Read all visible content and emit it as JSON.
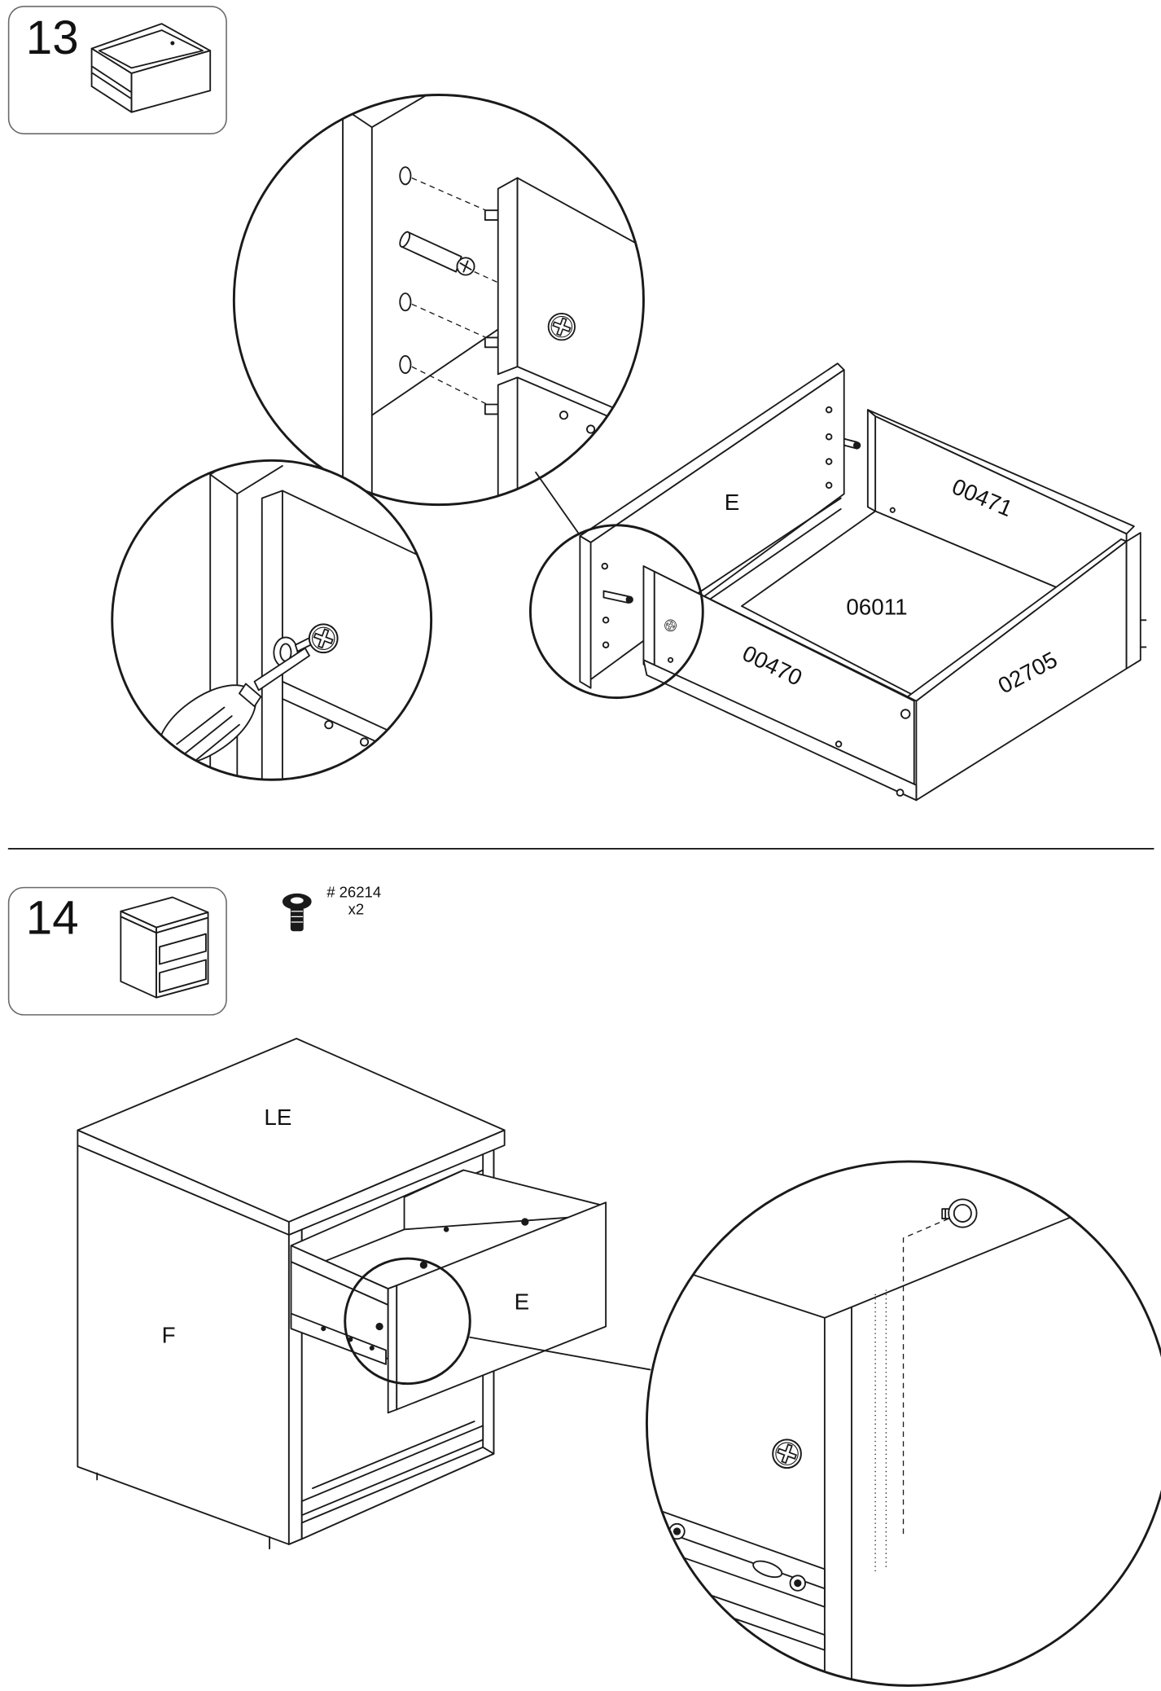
{
  "step13": {
    "number": "13",
    "labels": {
      "side_panel": "E",
      "back_panel": "00471",
      "bottom_panel": "06011",
      "front_panel": "00470",
      "right_panel": "02705"
    }
  },
  "step14": {
    "number": "14",
    "hardware": {
      "code": "# 26214",
      "qty": "x2",
      "icon": "screw-icon"
    },
    "labels": {
      "top": "LE",
      "drawer_front": "E",
      "side": "F"
    }
  },
  "colors": {
    "line": "#1a1a1a",
    "background": "#ffffff",
    "frame": "#6a6a6a"
  }
}
